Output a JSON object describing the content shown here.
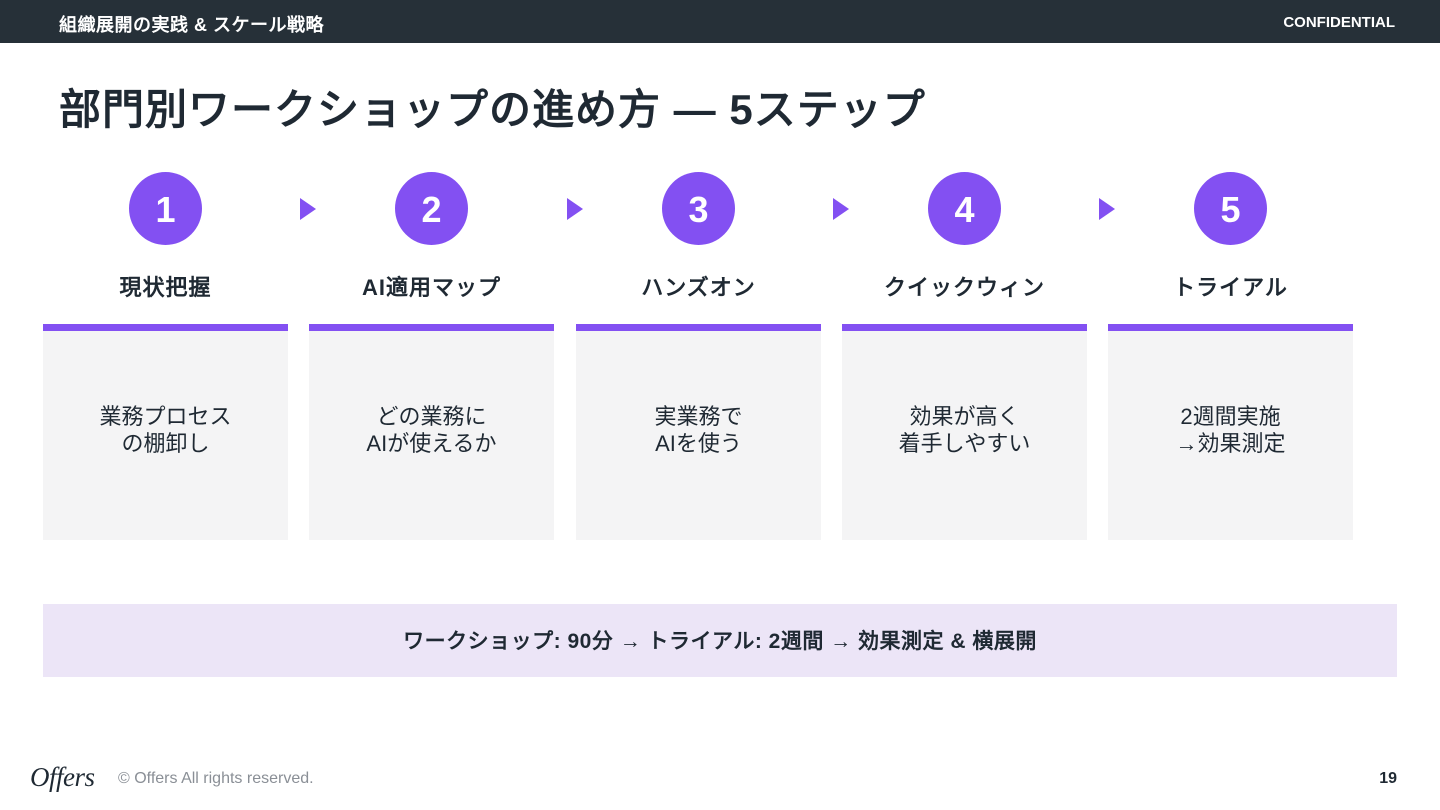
{
  "header": {
    "section_title": "組織展開の実践 & スケール戦略",
    "confidential_label": "CONFIDENTIAL"
  },
  "page_title": "部門別ワークショップの進め方 — 5ステップ",
  "steps": [
    {
      "number": "1",
      "title": "現状把握",
      "desc_line1": "業務プロセス",
      "desc_line2": "の棚卸し"
    },
    {
      "number": "2",
      "title": "AI適用マップ",
      "desc_line1": "どの業務に",
      "desc_line2": "AIが使えるか"
    },
    {
      "number": "3",
      "title": "ハンズオン",
      "desc_line1": "実業務で",
      "desc_line2": "AIを使う"
    },
    {
      "number": "4",
      "title": "クイックウィン",
      "desc_line1": "効果が高く",
      "desc_line2": "着手しやすい"
    },
    {
      "number": "5",
      "title": "トライアル",
      "desc_line1": "2週間実施",
      "desc_line2": "→効果測定"
    }
  ],
  "flow_summary": "ワークショップ: 90分 → トライアル: 2週間 → 効果測定 & 横展開",
  "footer": {
    "logo_text": "Offers",
    "copyright": "© Offers All rights reserved.",
    "page_number": "19"
  },
  "colors": {
    "accent": "#8350f2",
    "header_bg": "#263038",
    "card_bg": "#f4f4f5",
    "summary_bg": "#ece5f7"
  }
}
